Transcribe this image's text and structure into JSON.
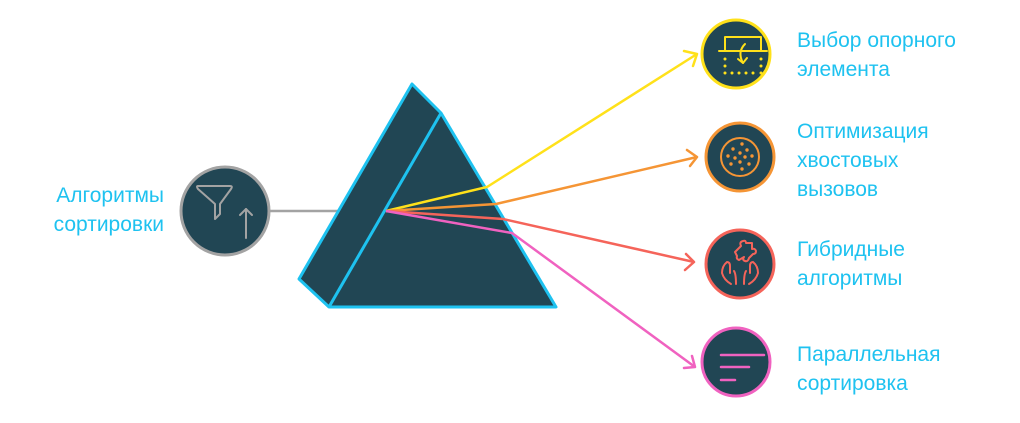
{
  "colors": {
    "label_text": "#1ec2f0",
    "node_fill": "#214654",
    "prism_fill": "#214654",
    "prism_stroke": "#1ec2f0",
    "input_ray": "#a3a3a3",
    "background": "#ffffff"
  },
  "source": {
    "label_lines": [
      "Алгоритмы",
      "сортировки"
    ],
    "icon": "funnel-sort-up-icon",
    "color": "#a3a3a3"
  },
  "outputs": [
    {
      "label_lines": [
        "Выбор опорного",
        "элемента"
      ],
      "icon": "pivot-selection-icon",
      "color": "#ffe11a"
    },
    {
      "label_lines": [
        "Оптимизация",
        "хвостовых",
        "вызовов"
      ],
      "icon": "dotted-circle-icon",
      "color": "#f59535"
    },
    {
      "label_lines": [
        "Гибридные",
        "алгоритмы"
      ],
      "icon": "puzzle-hands-icon",
      "color": "#f5645a"
    },
    {
      "label_lines": [
        "Параллельная",
        "сортировка"
      ],
      "icon": "sort-lines-icon",
      "color": "#f062c0"
    }
  ]
}
